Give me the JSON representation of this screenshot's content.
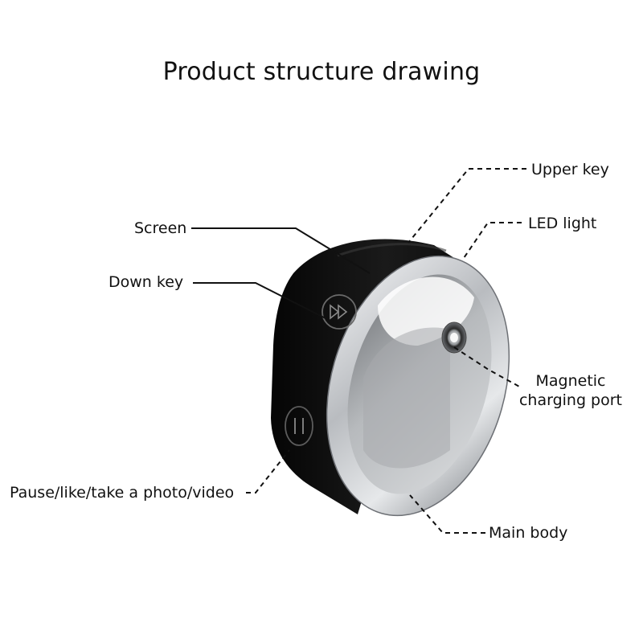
{
  "title": "Product structure drawing",
  "labels": {
    "upper_key": "Upper key",
    "led_light": "LED light",
    "screen": "Screen",
    "down_key": "Down key",
    "magnetic_line1": "Magnetic",
    "magnetic_line2": "charging port",
    "pause": "Pause/like/take a photo/video",
    "main_body": "Main body"
  },
  "colors": {
    "background": "#ffffff",
    "ring_black": "#111111",
    "ring_silver": "#c9ccd0",
    "inner_grey": "#8a8d91",
    "leader_line": "#111111"
  },
  "icons": [
    "fast-forward-icon",
    "pause-icon",
    "charging-contact-icon"
  ]
}
